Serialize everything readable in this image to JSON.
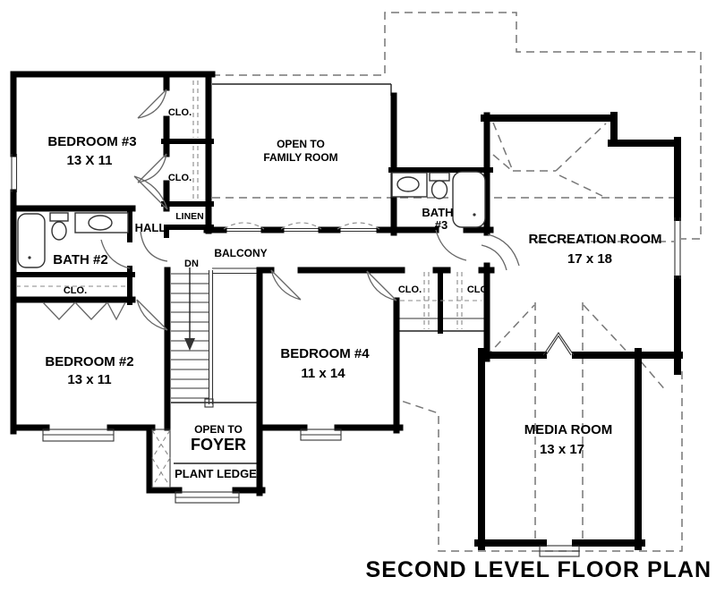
{
  "title": "SECOND LEVEL FLOOR PLAN",
  "labels": {
    "bedroom3": "BEDROOM #3",
    "bedroom3_dims": "13 X 11",
    "bedroom2": "BEDROOM #2",
    "bedroom2_dims": "13 x 11",
    "bedroom4": "BEDROOM #4",
    "bedroom4_dims": "11 x 14",
    "recreation": "RECREATION ROOM",
    "recreation_dims": "17 x 18",
    "media": "MEDIA ROOM",
    "media_dims": "13 x 17",
    "bath2": "BATH #2",
    "bath3_line1": "BATH",
    "bath3_line2": "#3",
    "open_family_1": "OPEN TO",
    "open_family_2": "FAMILY ROOM",
    "open_foyer_1": "OPEN TO",
    "open_foyer_2": "FOYER",
    "plant_ledge": "PLANT LEDGE",
    "balcony": "BALCONY",
    "hall": "HALL",
    "linen": "LINEN",
    "dn": "DN",
    "closet": "CLO."
  },
  "colors": {
    "ink": "#000000",
    "thin_line": "#222222",
    "roof_dash": "#777777",
    "door_arc": "#666666",
    "background": "#ffffff"
  }
}
